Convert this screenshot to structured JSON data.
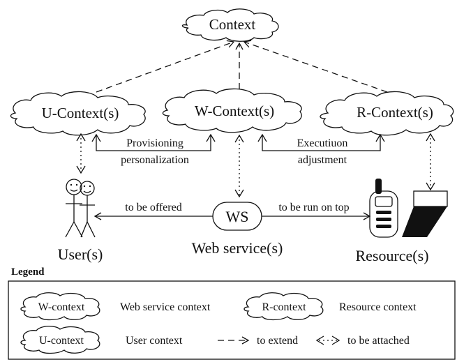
{
  "clouds": {
    "context": "Context",
    "u_context": "U-Context(s)",
    "w_context": "W-Context(s)",
    "r_context": "R-Context(s)"
  },
  "cloud_prefixes": {
    "u": "U",
    "w": "W",
    "r": "R"
  },
  "edges": {
    "provisioning_line1": "Provisioning",
    "provisioning_line2": "personalization",
    "execution_line1": "Executiuon",
    "execution_line2": "adjustment",
    "offered": "to be offered",
    "run_on_top": "to be run on top"
  },
  "nodes": {
    "users": "User(s)",
    "ws": "WS",
    "web_service": "Web service(s)",
    "resources": "Resource(s)"
  },
  "legend": {
    "title": "Legend",
    "w_cloud": "W-context",
    "w_desc": "Web service context",
    "r_cloud": "R-context",
    "r_desc": "Resource context",
    "u_cloud": "U-context",
    "u_desc": "User context",
    "extend": "to extend",
    "attached": "to be attached"
  },
  "colors": {
    "stroke": "#111111",
    "background": "#ffffff",
    "device_fill": "#111111"
  }
}
